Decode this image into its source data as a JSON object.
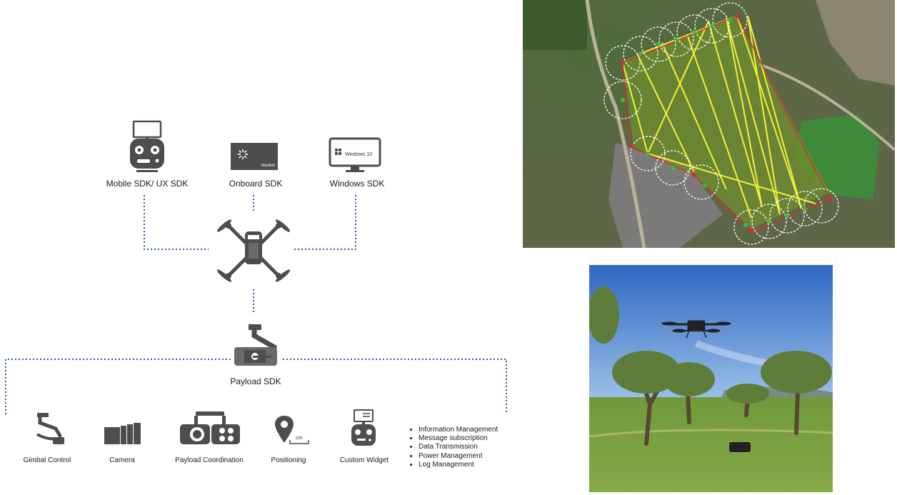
{
  "sdks": {
    "mobile_label": "Mobile SDK/ UX SDK",
    "onboard_label": "Onboard SDK",
    "onboard_device_text": "Manifold",
    "windows_label": "Windows SDK",
    "windows_screen_text": "Windows 10",
    "payload_label": "Payload SDK"
  },
  "payload_features": {
    "gimbal_label": "Gimbal Control",
    "camera_label": "Camera",
    "coordination_label": "Payload Coordination",
    "positioning_label": "Positioning",
    "positioning_unit": "cm",
    "widget_label": "Custom Widget"
  },
  "capabilities": [
    "Information Management",
    "Message subscription",
    "Data Transmission",
    "Power Management",
    "Log Management"
  ],
  "colors": {
    "icon_gray": "#4d4d4d",
    "connector_blue": "#2e5b9a",
    "flight_path_yellow": "#f2f23a",
    "boundary_red": "#d2312b",
    "waypoint_green": "#3bbf3b",
    "sky_blue": "#3f78c9",
    "grass_green": "#6f9a3a"
  },
  "icons": [
    "remote-controller-icon",
    "manifold-computer-icon",
    "windows-monitor-icon",
    "drone-icon",
    "gimbal-camera-icon",
    "gimbal-icon",
    "camera-icon",
    "dual-camera-icon",
    "location-pin-icon",
    "controller-widget-icon"
  ]
}
